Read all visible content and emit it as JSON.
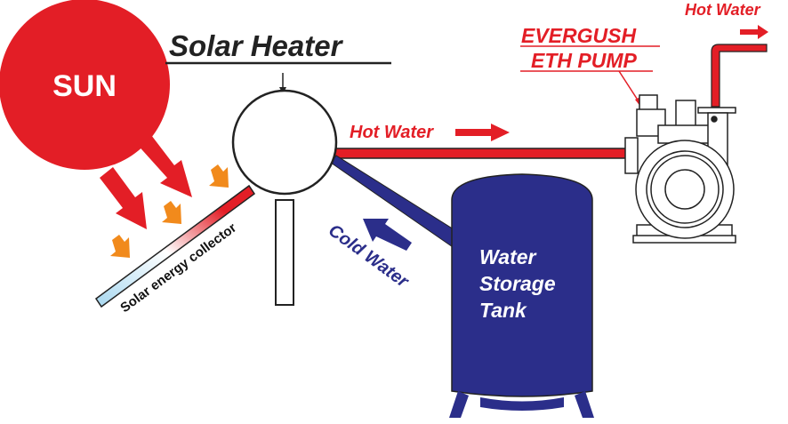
{
  "title": "Solar Heater",
  "sun_label": "SUN",
  "collector_label": "Solar energy collector",
  "hot_water_label": "Hot Water",
  "cold_water_label": "Cold Water",
  "tank_label": [
    "Water",
    "Storage",
    "Tank"
  ],
  "pump_label": [
    "EVERGUSH",
    "ETH PUMP"
  ],
  "outlet_label": "Hot Water",
  "colors": {
    "red": "#e31e26",
    "blue": "#2b2e8a",
    "orange": "#f18a1c",
    "light_blue": "#a8d8f0"
  }
}
